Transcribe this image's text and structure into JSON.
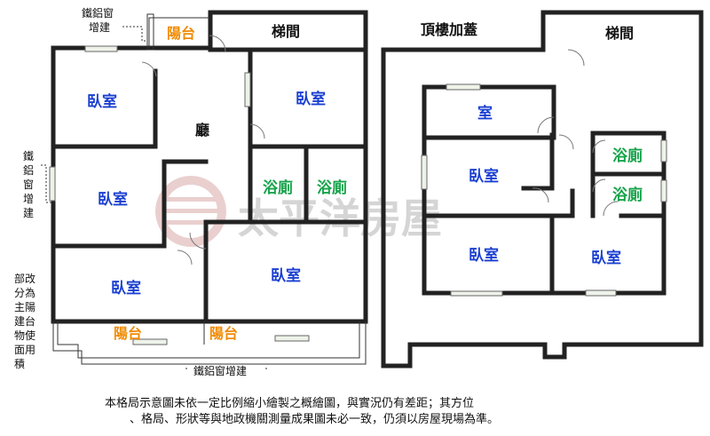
{
  "left_plan": {
    "rooms": {
      "bedroom_top_left": "臥室",
      "bedroom_mid_left": "臥室",
      "bedroom_bottom_left": "臥室",
      "bedroom_top_right": "臥室",
      "bedroom_bottom_right": "臥室",
      "living_room": "廳",
      "bath_1": "浴廁",
      "bath_2": "浴廁",
      "stairs": "梯間",
      "balcony_top": "陽台",
      "balcony_bottom_left": "陽台",
      "balcony_bottom_right": "陽台"
    },
    "notes": {
      "top_window": [
        "鐵鋁窗",
        "增建"
      ],
      "left_window": [
        "鐵",
        "鋁",
        "窗",
        "增",
        "建"
      ],
      "converted": [
        "部改",
        "分為",
        "主陽",
        "建台",
        "物使",
        "面用",
        "積"
      ],
      "bottom_window": "鐵鋁窗增建"
    }
  },
  "right_plan": {
    "title": "頂樓加蓋",
    "rooms": {
      "stairs": "梯間",
      "room_top": "室",
      "bedroom_mid": "臥室",
      "bedroom_bottom_left": "臥室",
      "bedroom_bottom_right": "臥室",
      "bath_1": "浴廁",
      "bath_2": "浴廁"
    }
  },
  "watermark": "太平洋房屋",
  "disclaimer": [
    "本格局示意圖未依一定比例縮小繪製之概繪圖，與實況仍有差距；其方位",
    "、格局、形狀等與地政機關測量成果圖未必一致，仍須以房屋現場為準。"
  ],
  "colors": {
    "bedroom_text": "#1a3fd1",
    "bath_text": "#16a34a",
    "balcony_text": "#f08a00",
    "wall": "#222222"
  },
  "icons": [
    "watermark-logo-icon",
    "window-icon",
    "door-swing-icon"
  ]
}
